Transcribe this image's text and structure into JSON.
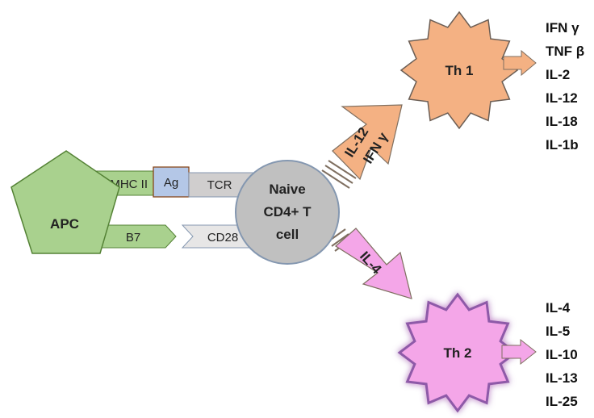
{
  "apc": {
    "label": "APC",
    "color": "#a9d18e",
    "stroke": "#548235"
  },
  "mhc": {
    "label": "MHC II",
    "color": "#a9d18e"
  },
  "antigen": {
    "label": "Ag",
    "color": "#b4c7e7",
    "stroke": "#843c0c"
  },
  "tcr": {
    "label": "TCR",
    "color": "#d0cece"
  },
  "b7": {
    "label": "B7",
    "color": "#a9d18e"
  },
  "cd28": {
    "label": "CD28",
    "color": "#e7e6e6"
  },
  "naive_cell": {
    "line1": "Naive",
    "line2": "CD4+ T",
    "line3": "cell",
    "color": "#c0c0c0"
  },
  "th1_arrow": {
    "line1": "IL-12",
    "line2": "IFN γ",
    "color": "#f4b183"
  },
  "th2_arrow": {
    "label": "IL-4",
    "color": "#f4a6e8"
  },
  "th1": {
    "label": "Th 1",
    "color": "#f4b183",
    "cytokines": [
      "IFN γ",
      "TNF β",
      "IL-2",
      "IL-12",
      "IL-18",
      "IL-1b"
    ]
  },
  "th2": {
    "label": "Th 2",
    "color": "#f4a6e8",
    "glow": "#b07cc6",
    "cytokines": [
      "IL-4",
      "IL-5",
      "IL-10",
      "IL-13",
      "IL-25"
    ]
  }
}
